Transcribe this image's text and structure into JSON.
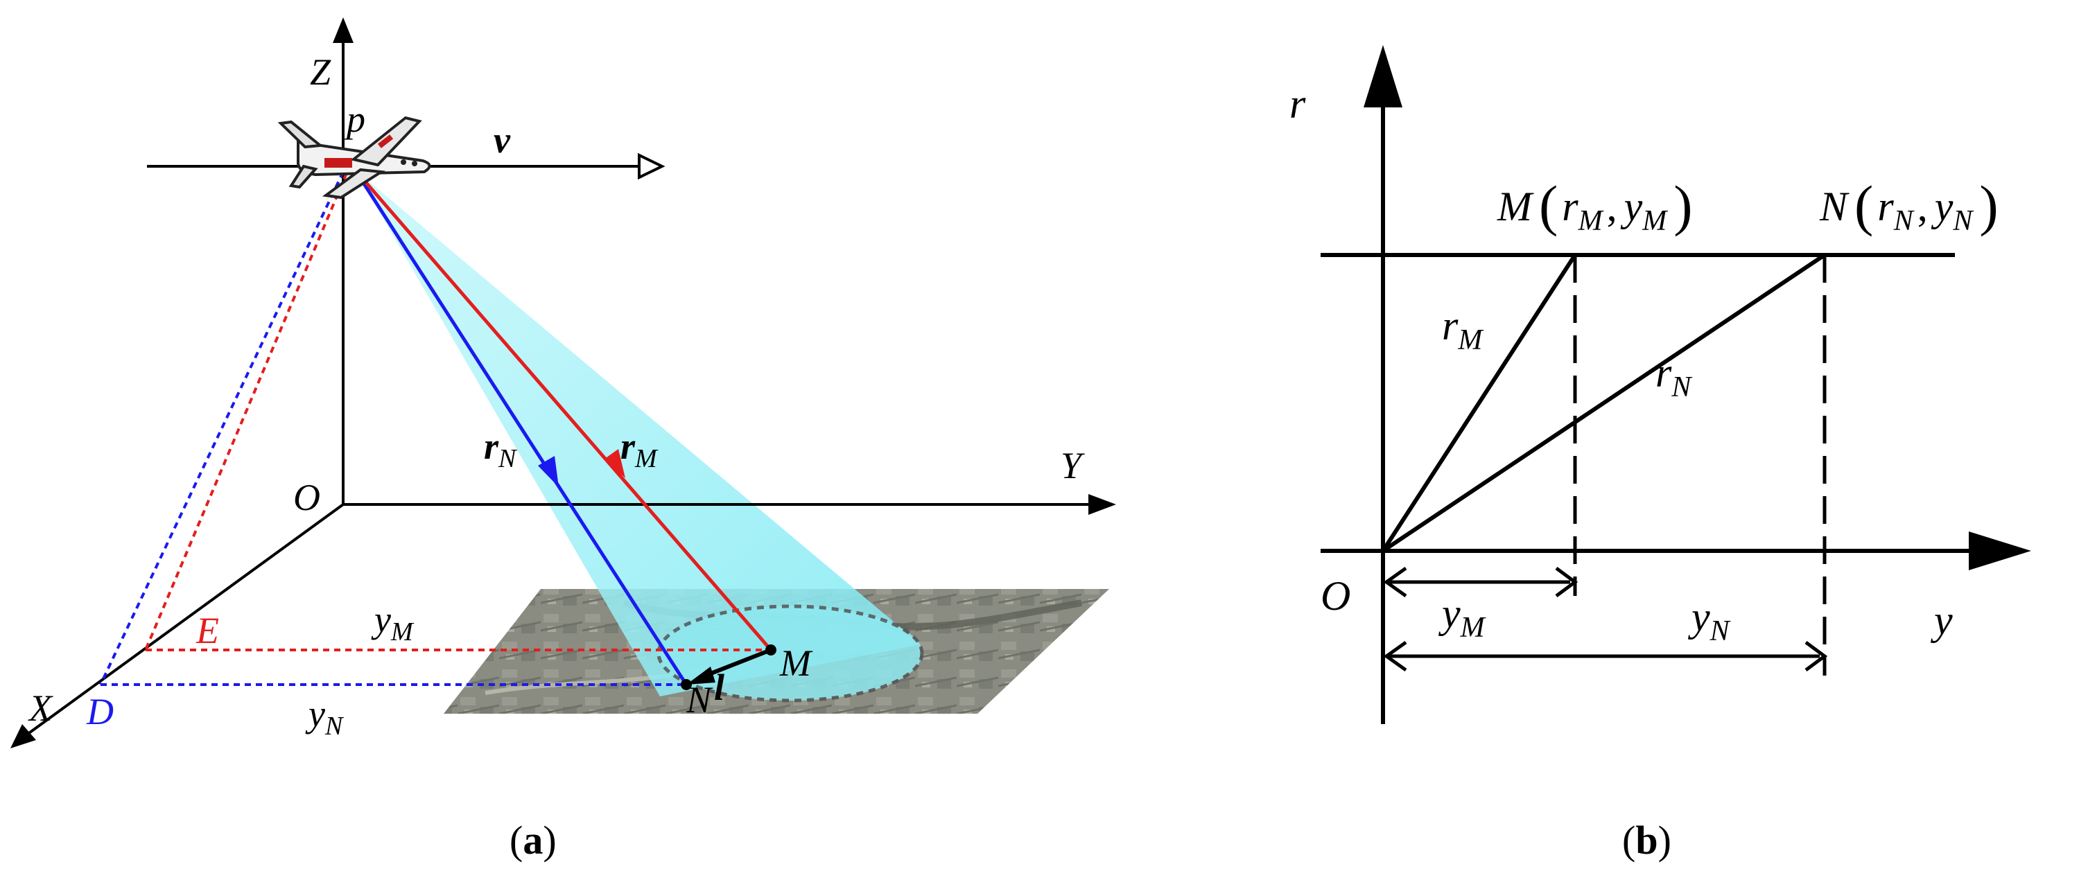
{
  "panel_a": {
    "caption": {
      "open": "(",
      "letter": "a",
      "close": ")"
    },
    "labels": {
      "z_axis": "Z",
      "y_axis": "Y",
      "x_axis": "X",
      "origin": "O",
      "platform": "p",
      "velocity": "v",
      "r_n_main": "r",
      "r_n_sub": "N",
      "r_m_main": "r",
      "r_m_sub": "M",
      "point_e": "E",
      "point_d": "D",
      "y_m_main": "y",
      "y_m_sub": "M",
      "y_n_main": "y",
      "y_n_sub": "N",
      "point_m": "M",
      "point_n": "N",
      "vector_l": "l"
    },
    "colors": {
      "red": "#e41e1e",
      "blue": "#1a1aef",
      "beam": "#8ef0f6",
      "black": "#000000"
    },
    "icons": [
      "aircraft-icon",
      "ground-image"
    ]
  },
  "panel_b": {
    "caption": {
      "open": "(",
      "letter": "b",
      "close": ")"
    },
    "labels": {
      "r_axis": "r",
      "y_axis": "y",
      "origin": "O",
      "point_m_text": "M",
      "point_m_coord": {
        "r": "r",
        "r_sub": "M",
        "sep": ",",
        "y": "y",
        "y_sub": "M"
      },
      "point_n_text": "N",
      "point_n_coord": {
        "r": "r",
        "r_sub": "N",
        "sep": ",",
        "y": "y",
        "y_sub": "N"
      },
      "r_m_main": "r",
      "r_m_sub": "M",
      "r_n_main": "r",
      "r_n_sub": "N",
      "y_m_main": "y",
      "y_m_sub": "M",
      "y_n_main": "y",
      "y_n_sub": "N"
    }
  }
}
